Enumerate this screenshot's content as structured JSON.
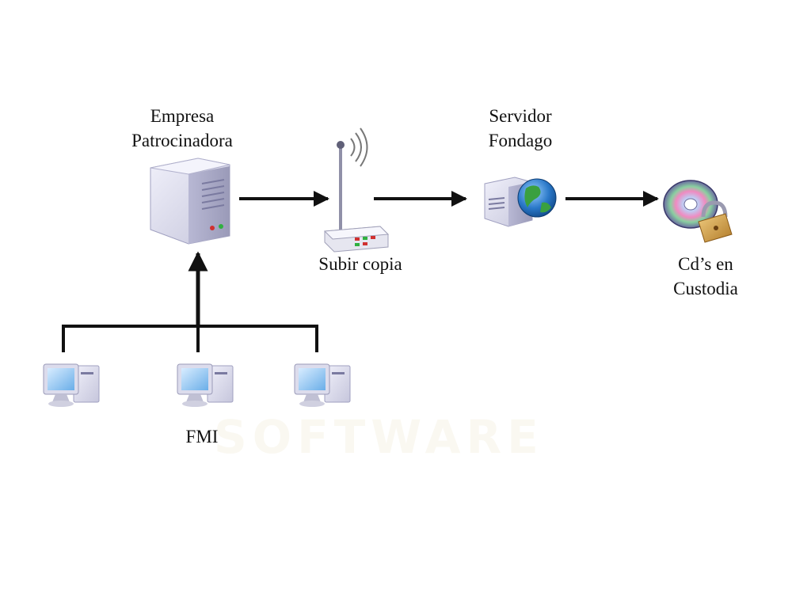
{
  "diagram": {
    "nodes": {
      "sponsor_company": {
        "label_line1": "Empresa",
        "label_line2": "Patrocinadora",
        "icon": "server-tower-icon"
      },
      "router": {
        "label": "Subir copia",
        "icon": "wireless-router-icon"
      },
      "fondago_server": {
        "label_line1": "Servidor",
        "label_line2": "Fondago",
        "icon": "web-server-icon"
      },
      "cd_custody": {
        "label_line1": "Cd’s en",
        "label_line2": "Custodia",
        "icon": "locked-cd-icon"
      },
      "fmi": {
        "label": "FMI",
        "icon": "workstation-icon",
        "workstation_count": 3
      }
    },
    "edges": [
      {
        "from": "fmi",
        "to": "sponsor_company"
      },
      {
        "from": "sponsor_company",
        "to": "router"
      },
      {
        "from": "router",
        "to": "fondago_server"
      },
      {
        "from": "fondago_server",
        "to": "cd_custody"
      }
    ],
    "watermark": "SOFTWARE"
  },
  "colors": {
    "line": "#111111",
    "server": "#dcdcec",
    "monitor_screen": "#8fc3ec",
    "disc": "#9a9ac0",
    "lock": "#d8a850"
  }
}
